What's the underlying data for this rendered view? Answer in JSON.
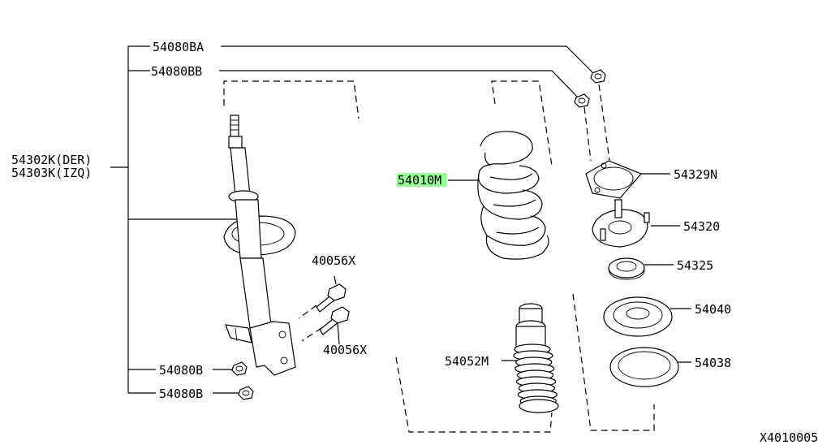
{
  "labels": {
    "p54080BA": "54080BA",
    "p54080BB": "54080BB",
    "p54302K": "54302K(DER)",
    "p54303K": "54303K(IZQ)",
    "p54010M": "54010M",
    "p54329N": "54329N",
    "p54320": "54320",
    "p54325": "54325",
    "p54040": "54040",
    "p54038": "54038",
    "p40056X_top": "40056X",
    "p40056X_bottom": "40056X",
    "p54052M": "54052M",
    "p54080B_top": "54080B",
    "p54080B_bottom": "54080B",
    "diagram_code": "X4010005"
  },
  "colors": {
    "line": "#000000",
    "highlight": "#99ff99",
    "background": "#ffffff"
  }
}
